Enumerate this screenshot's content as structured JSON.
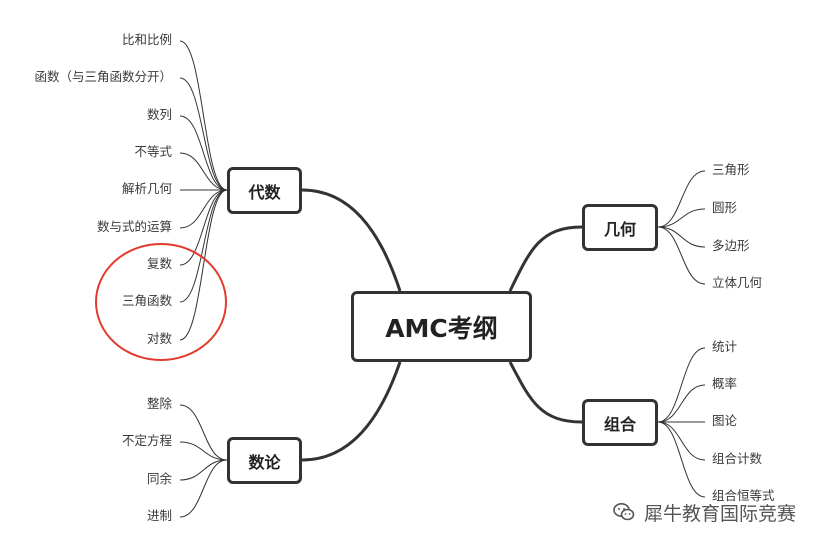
{
  "center": {
    "label": "AMC考纲"
  },
  "branches": {
    "algebra": {
      "label": "代数",
      "items": [
        "比和比例",
        "函数（与三角函数分开）",
        "数列",
        "不等式",
        "解析几何",
        "数与式的运算",
        "复数",
        "三角函数",
        "对数"
      ],
      "highlighted": [
        "复数",
        "三角函数",
        "对数"
      ]
    },
    "number_theory": {
      "label": "数论",
      "items": [
        "整除",
        "不定方程",
        "同余",
        "进制"
      ]
    },
    "geometry": {
      "label": "几何",
      "items": [
        "三角形",
        "圆形",
        "多边形",
        "立体几何"
      ]
    },
    "combinatorics": {
      "label": "组合",
      "items": [
        "统计",
        "概率",
        "图论",
        "组合计数",
        "组合恒等式"
      ]
    }
  },
  "colors": {
    "line": "#333333",
    "highlight": "#e23b2e",
    "text": "#3a3a3a"
  },
  "watermark": {
    "icon": "wechat-icon",
    "text": "犀牛教育国际竞赛"
  }
}
